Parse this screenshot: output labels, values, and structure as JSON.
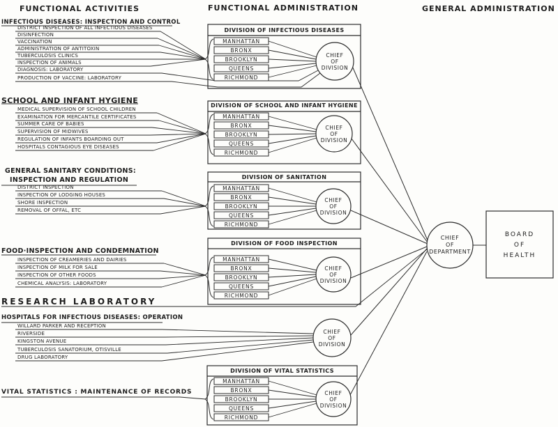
{
  "column_headers": {
    "functional_activities": "FUNCTIONAL ACTIVITIES",
    "functional_administration": "FUNCTIONAL ADMINISTRATION",
    "general_administration": "GENERAL ADMINISTRATION"
  },
  "activities": {
    "infectious": {
      "title": "INFECTIOUS DISEASES: INSPECTION AND CONTROL",
      "items": [
        "DISTRICT INSPECTION OF ALL INFECTIOUS DISEASES",
        "DISINFECTION",
        "VACCINATION",
        "ADMINISTRATION OF ANTITOXIN",
        "TUBERCULOSIS CLINICS",
        "INSPECTION OF ANIMALS",
        "DIAGNOSIS: LABORATORY",
        "PRODUCTION OF VACCINE: LABORATORY"
      ]
    },
    "school": {
      "title": "SCHOOL AND INFANT HYGIENE",
      "items": [
        "MEDICAL SUPERVISION OF SCHOOL CHILDREN",
        "EXAMINATION FOR MERCANTILE CERTIFICATES",
        "SUMMER CARE OF BABIES",
        "SUPERVISION OF MIDWIVES",
        "REGULATION OF INFANTS BOARDING OUT",
        "HOSPITALS CONTAGIOUS EYE DISEASES"
      ]
    },
    "sanitary": {
      "title_line1": "GENERAL SANITARY CONDITIONS:",
      "title_line2": "INSPECTION AND REGULATION",
      "items": [
        "DISTRICT INSPECTION",
        "INSPECTION OF LODGING HOUSES",
        "SHORE INSPECTION",
        "REMOVAL OF OFFAL, ETC"
      ]
    },
    "food": {
      "title": "FOOD·INSPECTION AND CONDEMNATION",
      "items": [
        "INSPECTION OF CREAMERIES AND DAIRIES",
        "INSPECTION OF MILK FOR SALE",
        "INSPECTION OF OTHER FOODS",
        "CHEMICAL ANALYSIS: LABORATORY"
      ]
    },
    "research": {
      "title": "RESEARCH LABORATORY"
    },
    "hospitals": {
      "title": "HOSPITALS FOR INFECTIOUS DISEASES: OPERATION",
      "items": [
        "WILLARD PARKER AND RECEPTION",
        "RIVERSIDE",
        "KINGSTON AVENUE",
        "TUBERCULOSIS SANATORIUM, OTISVILLE",
        "DRUG LABORATORY"
      ]
    },
    "vital": {
      "title": "VITAL STATISTICS : MAINTENANCE OF RECORDS"
    }
  },
  "divisions": [
    {
      "title": "DIVISION OF INFECTIOUS DISEASES"
    },
    {
      "title": "DIVISION OF SCHOOL AND INFANT HYGIENE"
    },
    {
      "title": "DIVISION OF SANITATION"
    },
    {
      "title": "DIVISION OF FOOD INSPECTION"
    },
    {
      "title": "DIVISION OF VITAL STATISTICS"
    }
  ],
  "boroughs": [
    "MANHATTAN",
    "BRONX",
    "BROOKLYN",
    "QUEENS",
    "RICHMOND"
  ],
  "labels": {
    "chief_of_division": "CHIEF\nOF\nDIVISION",
    "chief_of_department": "CHIEF\nOF\nDEPARTMENT",
    "board_of_health": "BOARD\nOF\nHEALTH"
  }
}
